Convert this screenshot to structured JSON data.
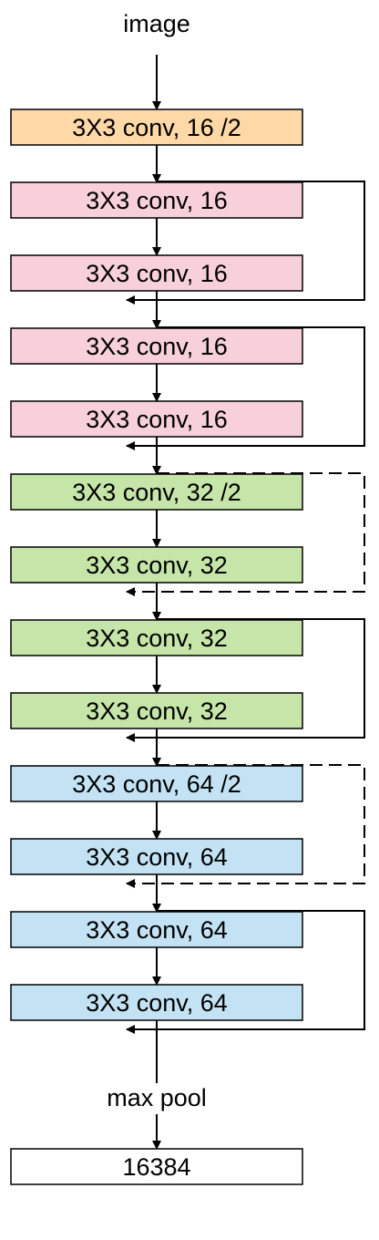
{
  "colors": {
    "orange": "#ffd8a8",
    "pink": "#f8d0dc",
    "green": "#c6e5a8",
    "blue": "#c3e3f4",
    "white": "#ffffff",
    "stroke": "#000000"
  },
  "input_label": "image",
  "pool_label": "max pool",
  "output_label": "16384",
  "layers": [
    {
      "label": "3X3 conv, 16 /2",
      "color": "orange"
    },
    {
      "label": "3X3 conv, 16",
      "color": "pink"
    },
    {
      "label": "3X3 conv, 16",
      "color": "pink"
    },
    {
      "label": "3X3 conv, 16",
      "color": "pink"
    },
    {
      "label": "3X3 conv, 16",
      "color": "pink"
    },
    {
      "label": "3X3 conv, 32 /2",
      "color": "green"
    },
    {
      "label": "3X3 conv, 32",
      "color": "green"
    },
    {
      "label": "3X3 conv, 32",
      "color": "green"
    },
    {
      "label": "3X3 conv, 32",
      "color": "green"
    },
    {
      "label": "3X3 conv, 64 /2",
      "color": "blue"
    },
    {
      "label": "3X3 conv, 64",
      "color": "blue"
    },
    {
      "label": "3X3 conv, 64",
      "color": "blue"
    },
    {
      "label": "3X3 conv, 64",
      "color": "blue"
    }
  ],
  "skip_connections": [
    {
      "from_layer": 0,
      "to_layer": 2,
      "style": "solid"
    },
    {
      "from_layer": 2,
      "to_layer": 4,
      "style": "solid"
    },
    {
      "from_layer": 4,
      "to_layer": 6,
      "style": "dashed"
    },
    {
      "from_layer": 6,
      "to_layer": 8,
      "style": "solid"
    },
    {
      "from_layer": 8,
      "to_layer": 10,
      "style": "dashed"
    },
    {
      "from_layer": 10,
      "to_layer": 12,
      "style": "solid"
    }
  ]
}
